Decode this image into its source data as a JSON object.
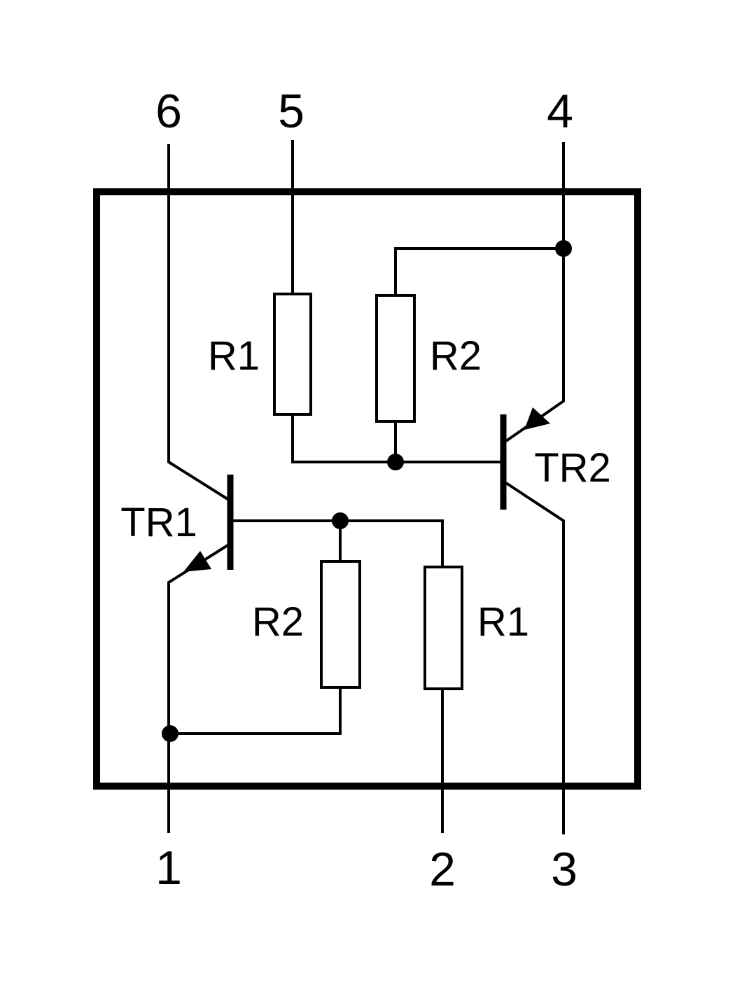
{
  "pins": {
    "p1": "1",
    "p2": "2",
    "p3": "3",
    "p4": "4",
    "p5": "5",
    "p6": "6"
  },
  "components": {
    "r1_top": "R1",
    "r2_top": "R2",
    "r2_bottom": "R2",
    "r1_bottom": "R1",
    "tr1": "TR1",
    "tr2": "TR2"
  }
}
